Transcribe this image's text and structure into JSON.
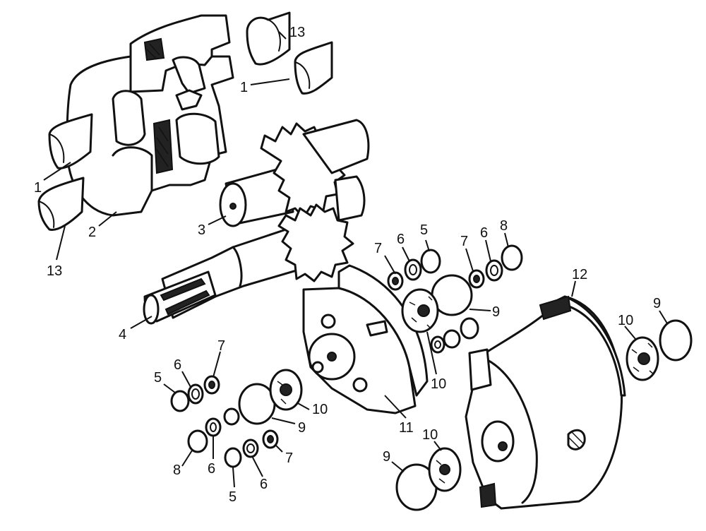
{
  "callouts": [
    {
      "id": "c1a",
      "text": "1"
    },
    {
      "id": "c1b",
      "text": "1"
    },
    {
      "id": "c2",
      "text": "2"
    },
    {
      "id": "c3",
      "text": "3"
    },
    {
      "id": "c4",
      "text": "4"
    },
    {
      "id": "c5a",
      "text": "5"
    },
    {
      "id": "c5b",
      "text": "5"
    },
    {
      "id": "c5c",
      "text": "5"
    },
    {
      "id": "c6a",
      "text": "6"
    },
    {
      "id": "c6b",
      "text": "6"
    },
    {
      "id": "c6c",
      "text": "6"
    },
    {
      "id": "c6d",
      "text": "6"
    },
    {
      "id": "c6e",
      "text": "6"
    },
    {
      "id": "c7a",
      "text": "7"
    },
    {
      "id": "c7b",
      "text": "7"
    },
    {
      "id": "c7c",
      "text": "7"
    },
    {
      "id": "c7d",
      "text": "7"
    },
    {
      "id": "c8a",
      "text": "8"
    },
    {
      "id": "c8b",
      "text": "8"
    },
    {
      "id": "c9a",
      "text": "9"
    },
    {
      "id": "c9b",
      "text": "9"
    },
    {
      "id": "c9c",
      "text": "9"
    },
    {
      "id": "c9d",
      "text": "9"
    },
    {
      "id": "c10a",
      "text": "10"
    },
    {
      "id": "c10b",
      "text": "10"
    },
    {
      "id": "c10c",
      "text": "10"
    },
    {
      "id": "c10d",
      "text": "10"
    },
    {
      "id": "c11",
      "text": "11"
    },
    {
      "id": "c12",
      "text": "12"
    },
    {
      "id": "c13a",
      "text": "13"
    },
    {
      "id": "c13b",
      "text": "13"
    }
  ]
}
